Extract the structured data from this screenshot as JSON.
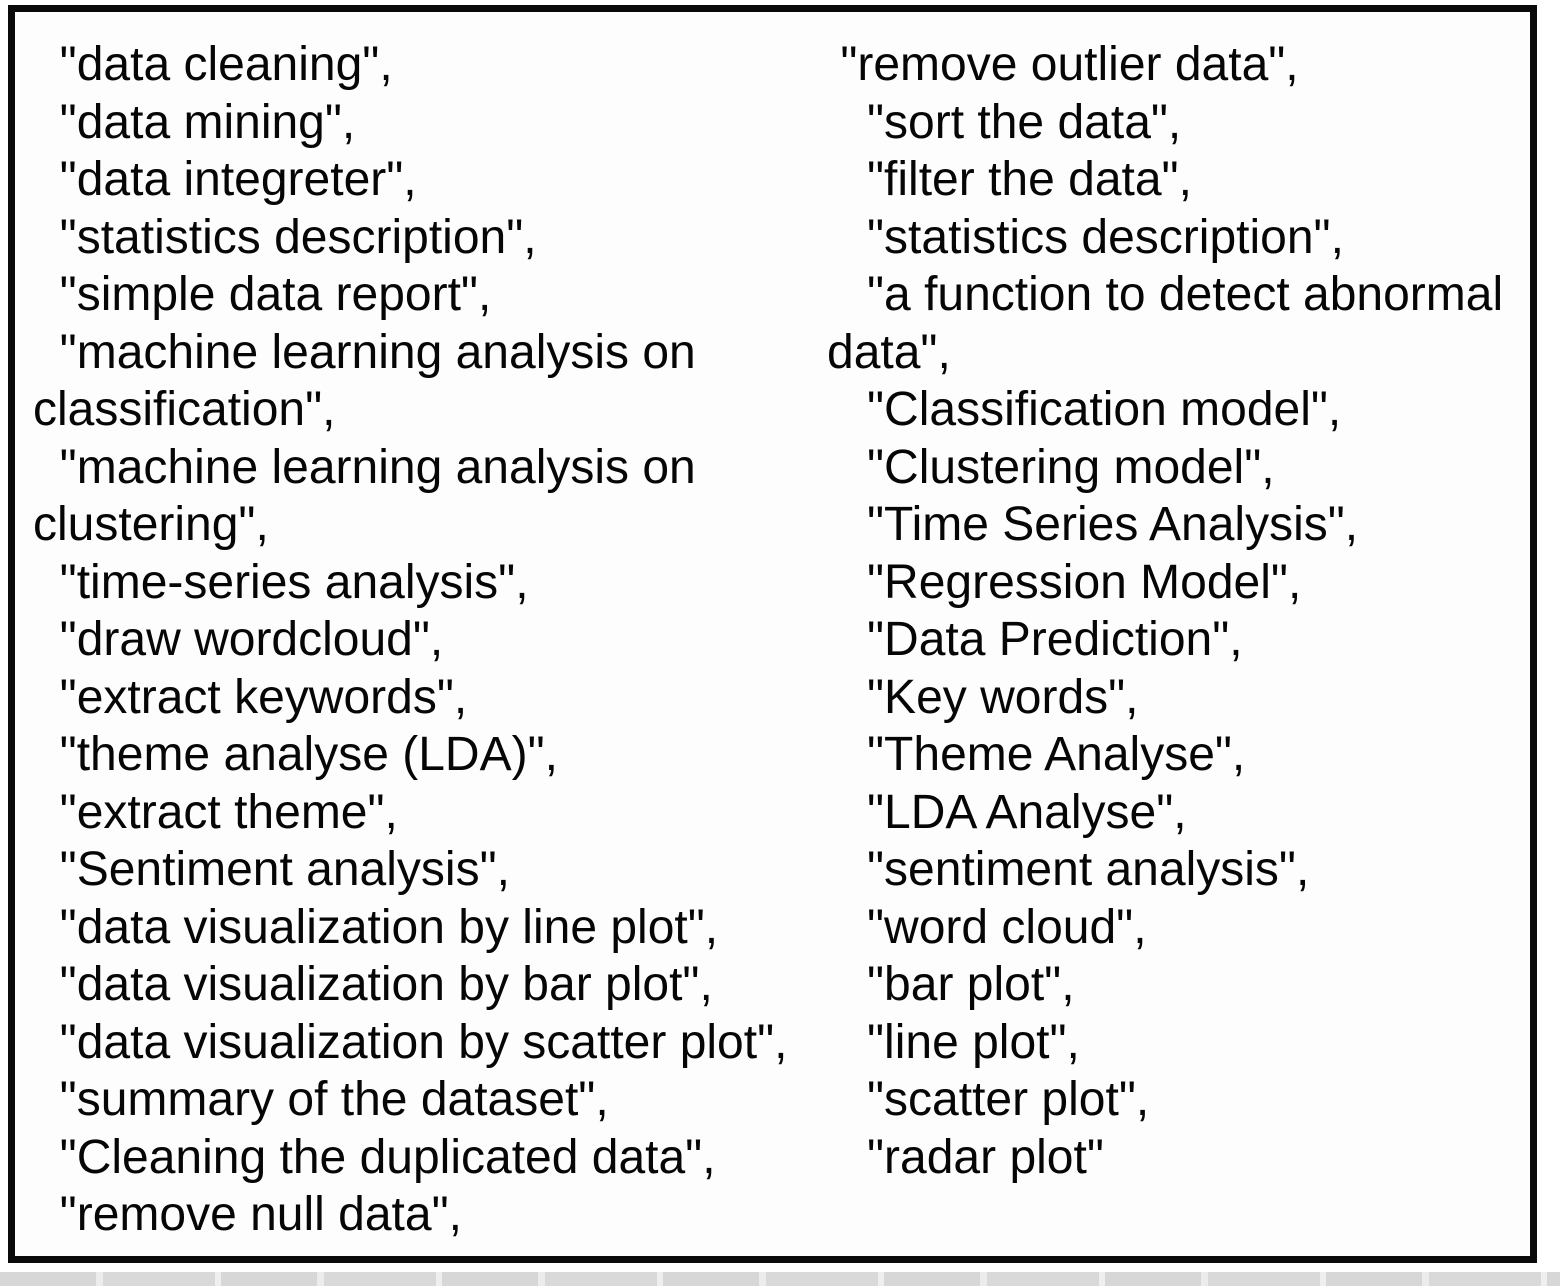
{
  "panel": {
    "description": "bordered box listing quoted task-name strings in two columns",
    "left_column": {
      "lines": [
        "  \"data cleaning\",",
        "  \"data mining\",",
        "  \"data integreter\",",
        "  \"statistics description\",",
        "  \"simple data report\",",
        "  \"machine learning analysis on",
        "classification\",",
        "  \"machine learning analysis on",
        "clustering\",",
        "  \"time-series analysis\",",
        "  \"draw wordcloud\",",
        "  \"extract keywords\",",
        "  \"theme analyse (LDA)\",",
        "  \"extract theme\",",
        "  \"Sentiment analysis\",",
        "  \"data visualization by line plot\",",
        "  \"data visualization by bar plot\",",
        "  \"data visualization by scatter plot\",",
        "  \"summary of the dataset\",",
        "  \"Cleaning the duplicated data\",",
        "  \"remove null data\","
      ]
    },
    "right_column": {
      "lines": [
        " \"remove outlier data\",",
        "   \"sort the data\",",
        "   \"filter the data\",",
        "   \"statistics description\",",
        "   \"a function to detect abnormal",
        "data\",",
        "   \"Classification model\",",
        "   \"Clustering model\",",
        "   \"Time Series Analysis\",",
        "   \"Regression Model\",",
        "   \"Data Prediction\",",
        "   \"Key words\",",
        "   \"Theme Analyse\",",
        "   \"LDA Analyse\",",
        "   \"sentiment analysis\",",
        "   \"word cloud\",",
        "   \"bar plot\",",
        "   \"line plot\",",
        "   \"scatter plot\",",
        "   \"radar plot\""
      ]
    }
  },
  "colors": {
    "border": "#0a0a0a",
    "background": "#fdfdfd",
    "text": "#060606",
    "bottom_strip": "#d7d7d7"
  }
}
